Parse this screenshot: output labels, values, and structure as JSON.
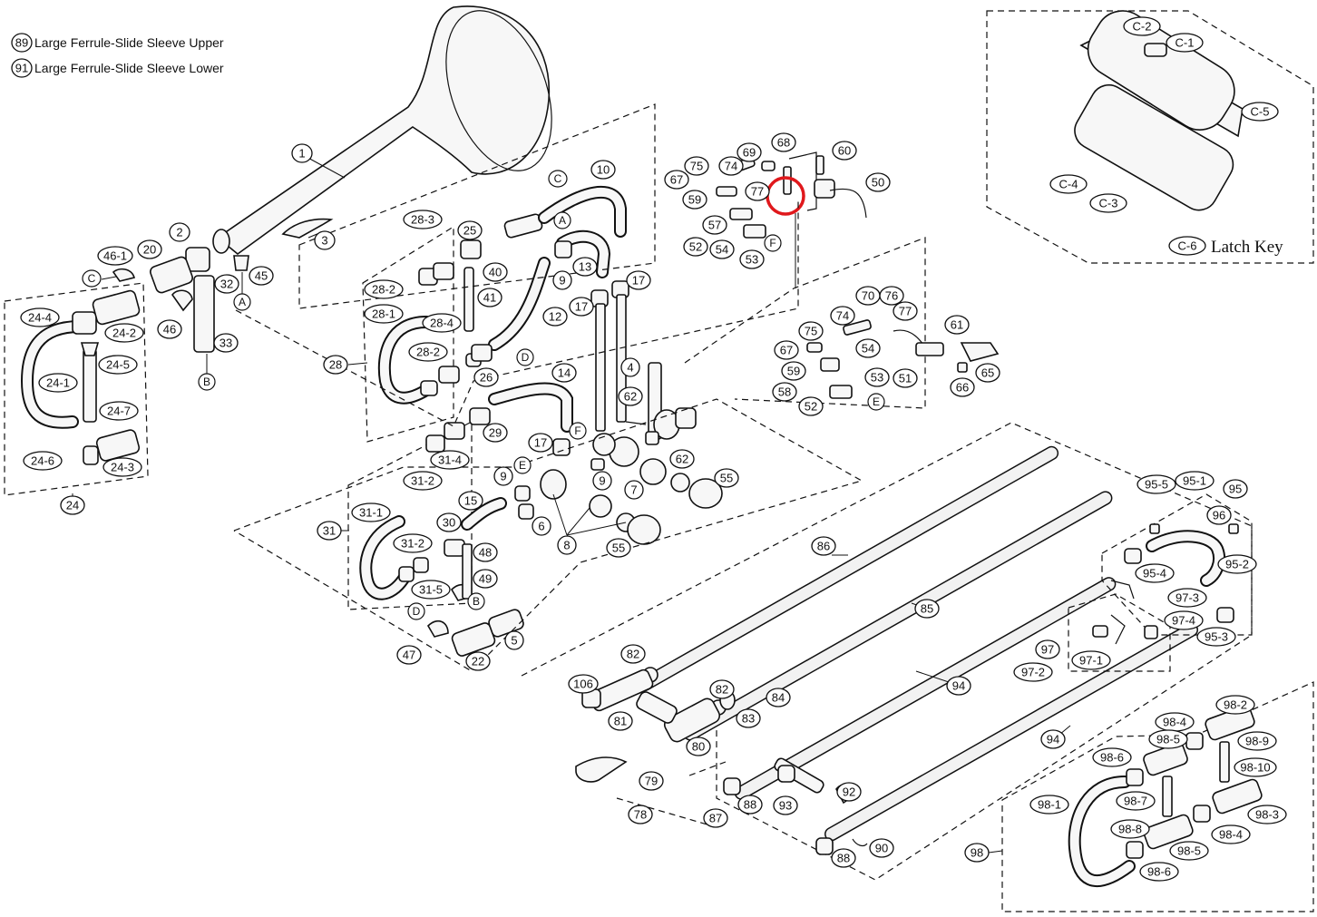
{
  "legend": [
    {
      "num": "89",
      "text": "Large Ferrule-Slide Sleeve Upper"
    },
    {
      "num": "91",
      "text": "Large Ferrule-Slide Sleeve Lower"
    }
  ],
  "latch_key_label": "Latch Key",
  "highlight_color": "#e0181c",
  "callouts": [
    "1",
    "2",
    "3",
    "20",
    "45",
    "32",
    "33",
    "46",
    "46-1",
    "C",
    "A",
    "B",
    "24",
    "24-1",
    "24-2",
    "24-3",
    "24-4",
    "24-5",
    "24-6",
    "24-7",
    "28",
    "28-1",
    "28-2",
    "28-2",
    "28-3",
    "28-4",
    "25",
    "26",
    "40",
    "41",
    "12",
    "13",
    "10",
    "17",
    "17",
    "9",
    "9",
    "4",
    "62",
    "62",
    "14",
    "29",
    "17",
    "F",
    "31",
    "31-1",
    "31-2",
    "31-2",
    "31-4",
    "31-5",
    "30",
    "15",
    "48",
    "49",
    "47",
    "22",
    "5",
    "6",
    "8",
    "9",
    "E",
    "7",
    "55",
    "55",
    "D",
    "A",
    "B",
    "C",
    "D",
    "67",
    "75",
    "74",
    "69",
    "68",
    "60",
    "50",
    "77",
    "59",
    "57",
    "52",
    "54",
    "53",
    "F",
    "75",
    "74",
    "70",
    "76",
    "77",
    "61",
    "67",
    "59",
    "58",
    "52",
    "54",
    "53",
    "51",
    "65",
    "66",
    "E",
    "86",
    "85",
    "84",
    "82",
    "82",
    "83",
    "81",
    "80",
    "106",
    "79",
    "78",
    "87",
    "88",
    "93",
    "92",
    "88",
    "90",
    "94",
    "94",
    "95",
    "95-1",
    "95-2",
    "95-3",
    "95-4",
    "95-5",
    "96",
    "97",
    "97-1",
    "97-2",
    "97-3",
    "97-4",
    "98",
    "98-1",
    "98-2",
    "98-3",
    "98-4",
    "98-4",
    "98-5",
    "98-5",
    "98-6",
    "98-6",
    "98-7",
    "98-8",
    "98-9",
    "98-10",
    "C-1",
    "C-2",
    "C-3",
    "C-4",
    "C-5",
    "C-6"
  ]
}
